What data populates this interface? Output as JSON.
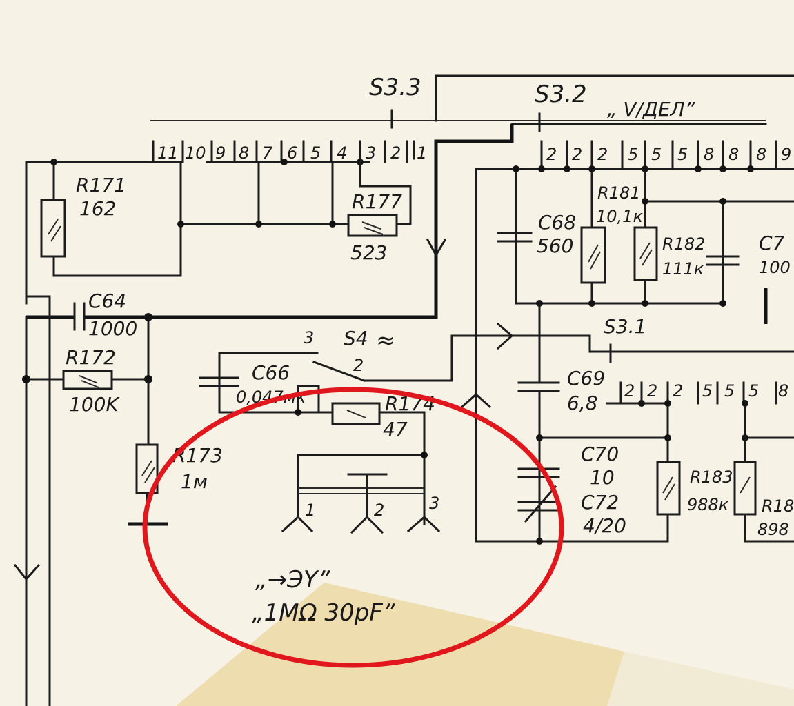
{
  "switches": {
    "s33": "S3.3",
    "s32": "S3.2",
    "s31": "S3.1",
    "s4": "S4",
    "s4_sym": "≈",
    "s4_pos2": "2",
    "s4_pos3": "3",
    "mode": "„ V/ДЕЛ”"
  },
  "top_pins": [
    "11",
    "10",
    "9",
    "8",
    "7",
    "6",
    "5",
    "4",
    "3",
    "2",
    "1"
  ],
  "right_pins_top": [
    "2",
    "2",
    "2",
    "5",
    "5",
    "5",
    "8",
    "8",
    "8",
    "9"
  ],
  "right_pins_mid": [
    "2",
    "2",
    "2",
    "5",
    "5",
    "5",
    "8"
  ],
  "components": {
    "r171": {
      "ref": "R171",
      "val": "162"
    },
    "r172": {
      "ref": "R172",
      "val": "100K"
    },
    "r173": {
      "ref": "R173",
      "val": "1м"
    },
    "r174": {
      "ref": "R174",
      "val": "47"
    },
    "r177": {
      "ref": "R177",
      "val": "523"
    },
    "r181": {
      "ref": "R181",
      "val": "10,1к"
    },
    "r182": {
      "ref": "R182",
      "val": "111к"
    },
    "r183": {
      "ref": "R183",
      "val": "988к"
    },
    "r184": {
      "ref": "R18",
      "val": "898"
    },
    "c64": {
      "ref": "C64",
      "val": "1000"
    },
    "c66": {
      "ref": "C66",
      "val": "0,047мк"
    },
    "c68": {
      "ref": "C68",
      "val": "560"
    },
    "c69": {
      "ref": "C69",
      "val": "6,8"
    },
    "c70": {
      "ref": "C70",
      "val": "10"
    },
    "c72": {
      "ref": "C72",
      "val": "4/20"
    },
    "c73": {
      "ref": "C7",
      "val": "100"
    }
  },
  "connector": {
    "pins": [
      "1",
      "2",
      "3"
    ],
    "label": "„→ЭY”",
    "spec": "„1МΩ 30pF”"
  },
  "colors": {
    "paper": "#f6f2e6",
    "ink": "#1c1c1c",
    "highlight": "#e0181e",
    "tape": "#ecd9a4"
  }
}
